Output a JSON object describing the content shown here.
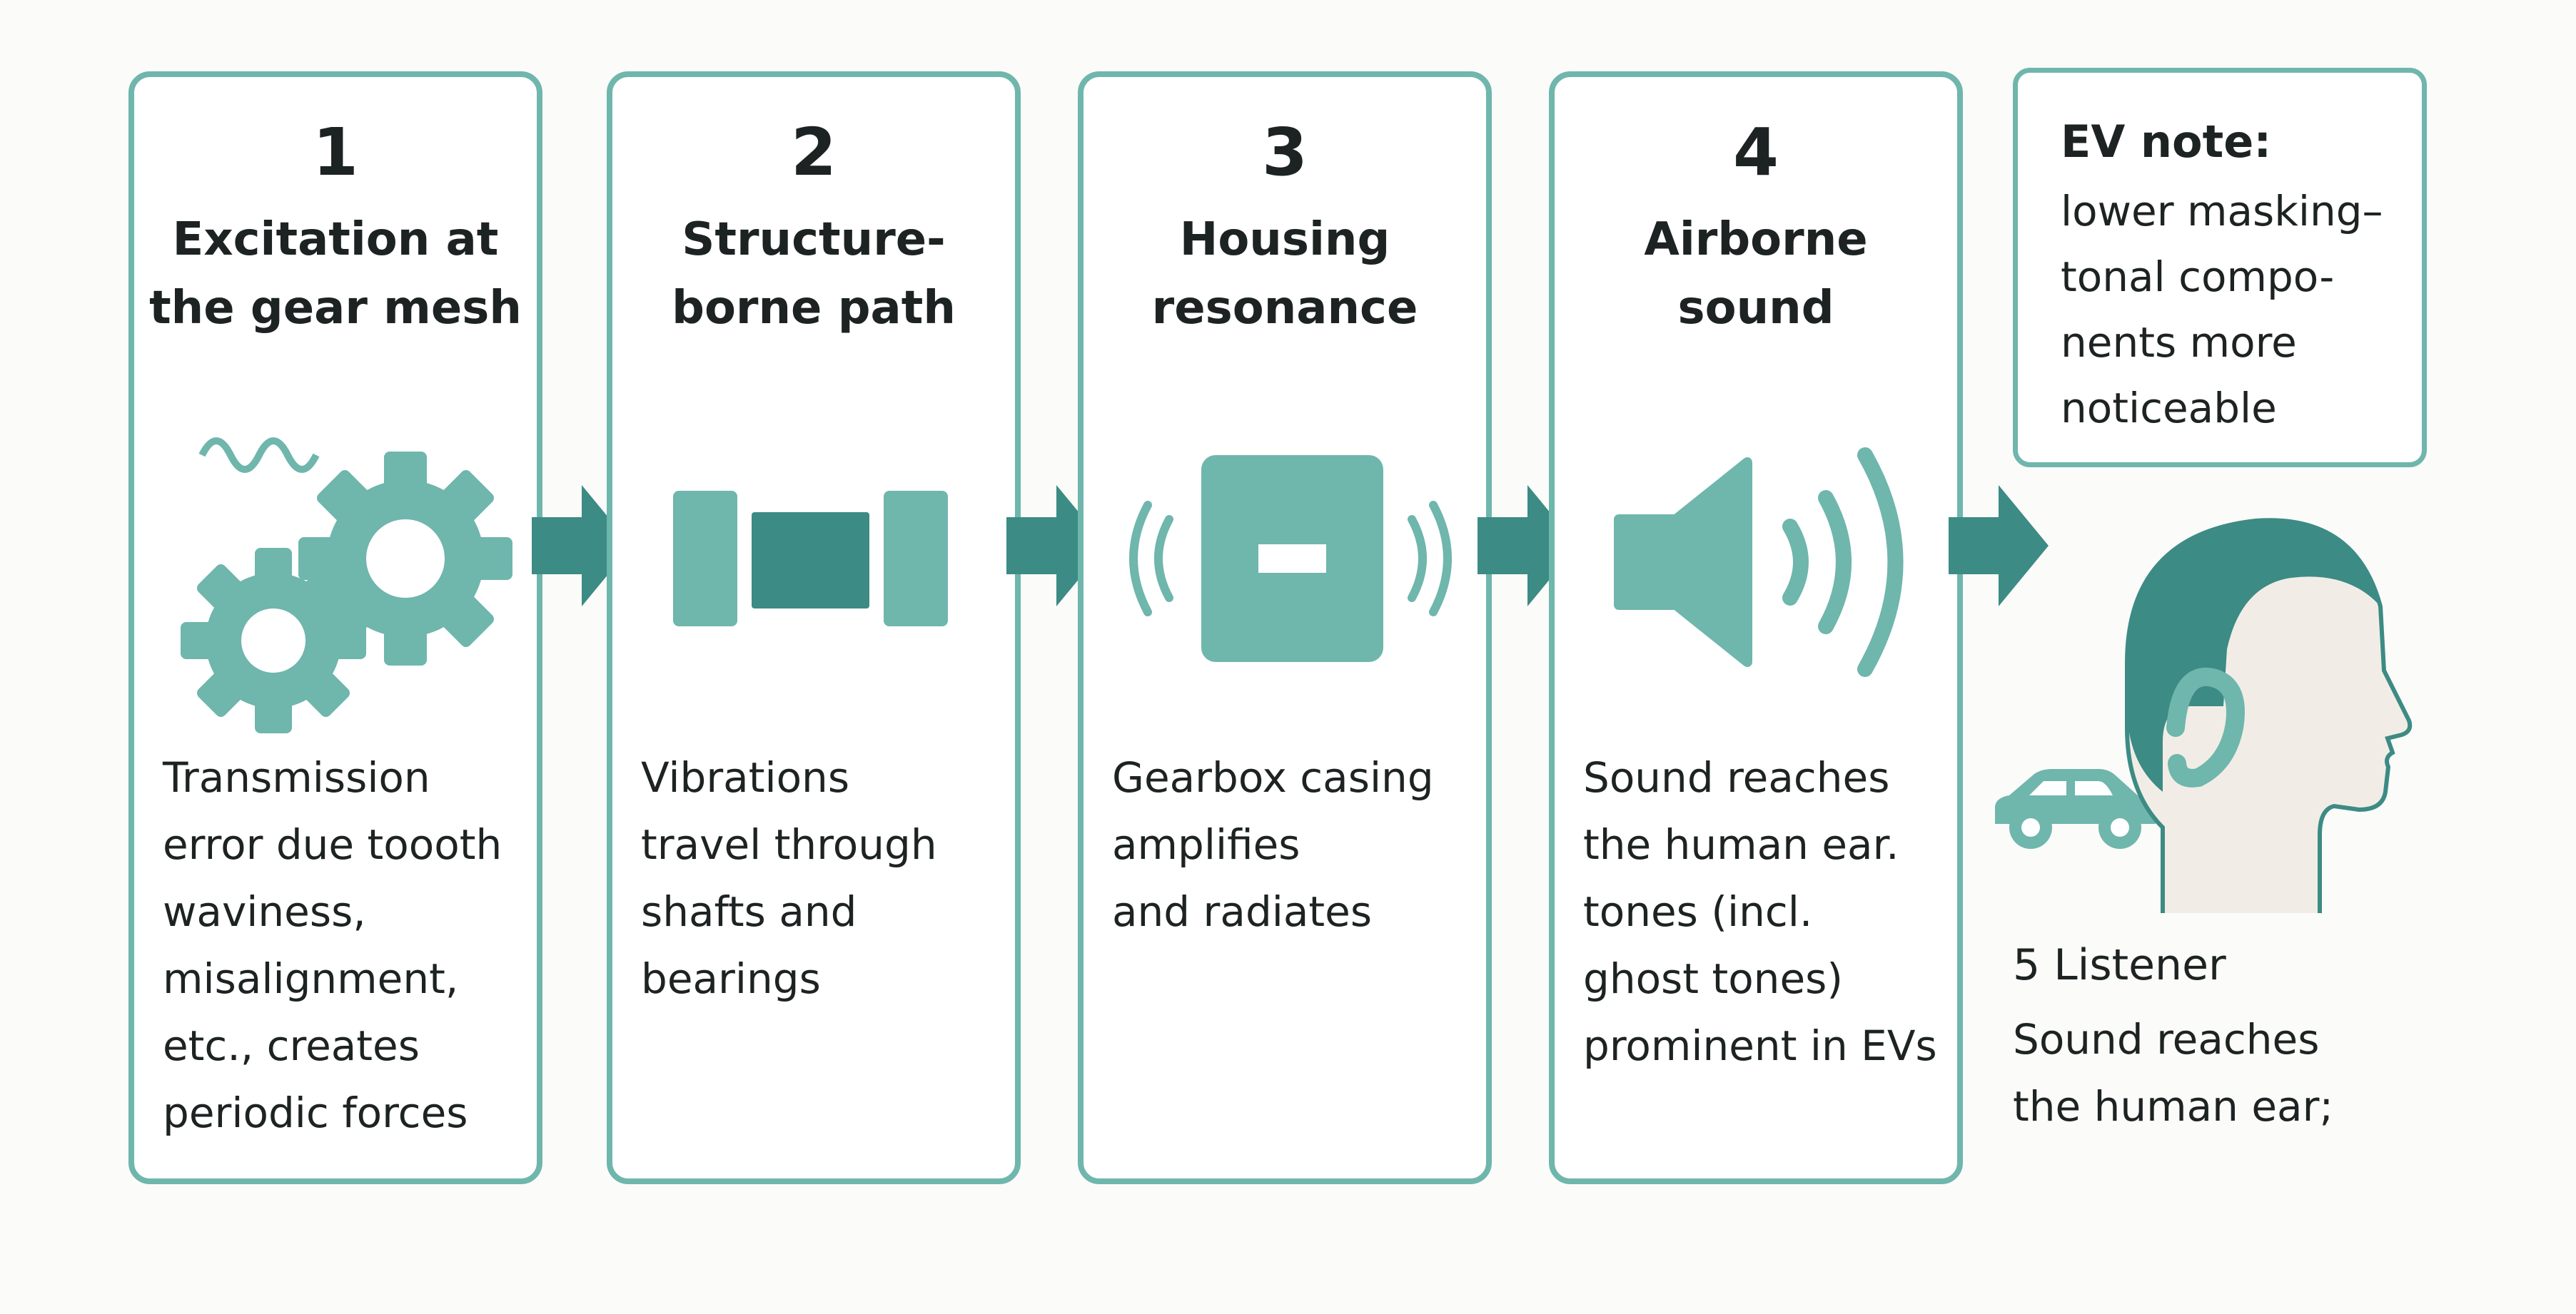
{
  "accent_color": "#6fb6ad",
  "dark_accent_color": "#3c8b84",
  "steps": [
    {
      "number": "1",
      "title": "Excitation at\nthe gear mesh",
      "description": "Transmission\nerror due toooth\nwaviness,\nmisalignment,\netc., creates\nperiodic forces",
      "icon": "gears-icon"
    },
    {
      "number": "2",
      "title": "Structure-\nborne path",
      "description": "Vibrations\ntravel through\nshafts and\nbearings",
      "icon": "shaft-bearing-icon"
    },
    {
      "number": "3",
      "title": "Housing\nresonance",
      "description": "Gearbox casing\namplifies\nand radiates",
      "icon": "housing-vibration-icon"
    },
    {
      "number": "4",
      "title": "Airborne\nsound",
      "description": "Sound reaches\nthe human ear.\ntones (incl.\nghost tones)\nprominent in EVs",
      "icon": "speaker-icon"
    }
  ],
  "ev_note": {
    "title": "EV note:",
    "body": "lower masking–\ntonal compo-\nnents more\nnoticeable"
  },
  "listener": {
    "title": "5 Listener",
    "body": "Sound reaches\nthe human ear;",
    "icons": [
      "car-icon",
      "head-ear-icon"
    ]
  }
}
